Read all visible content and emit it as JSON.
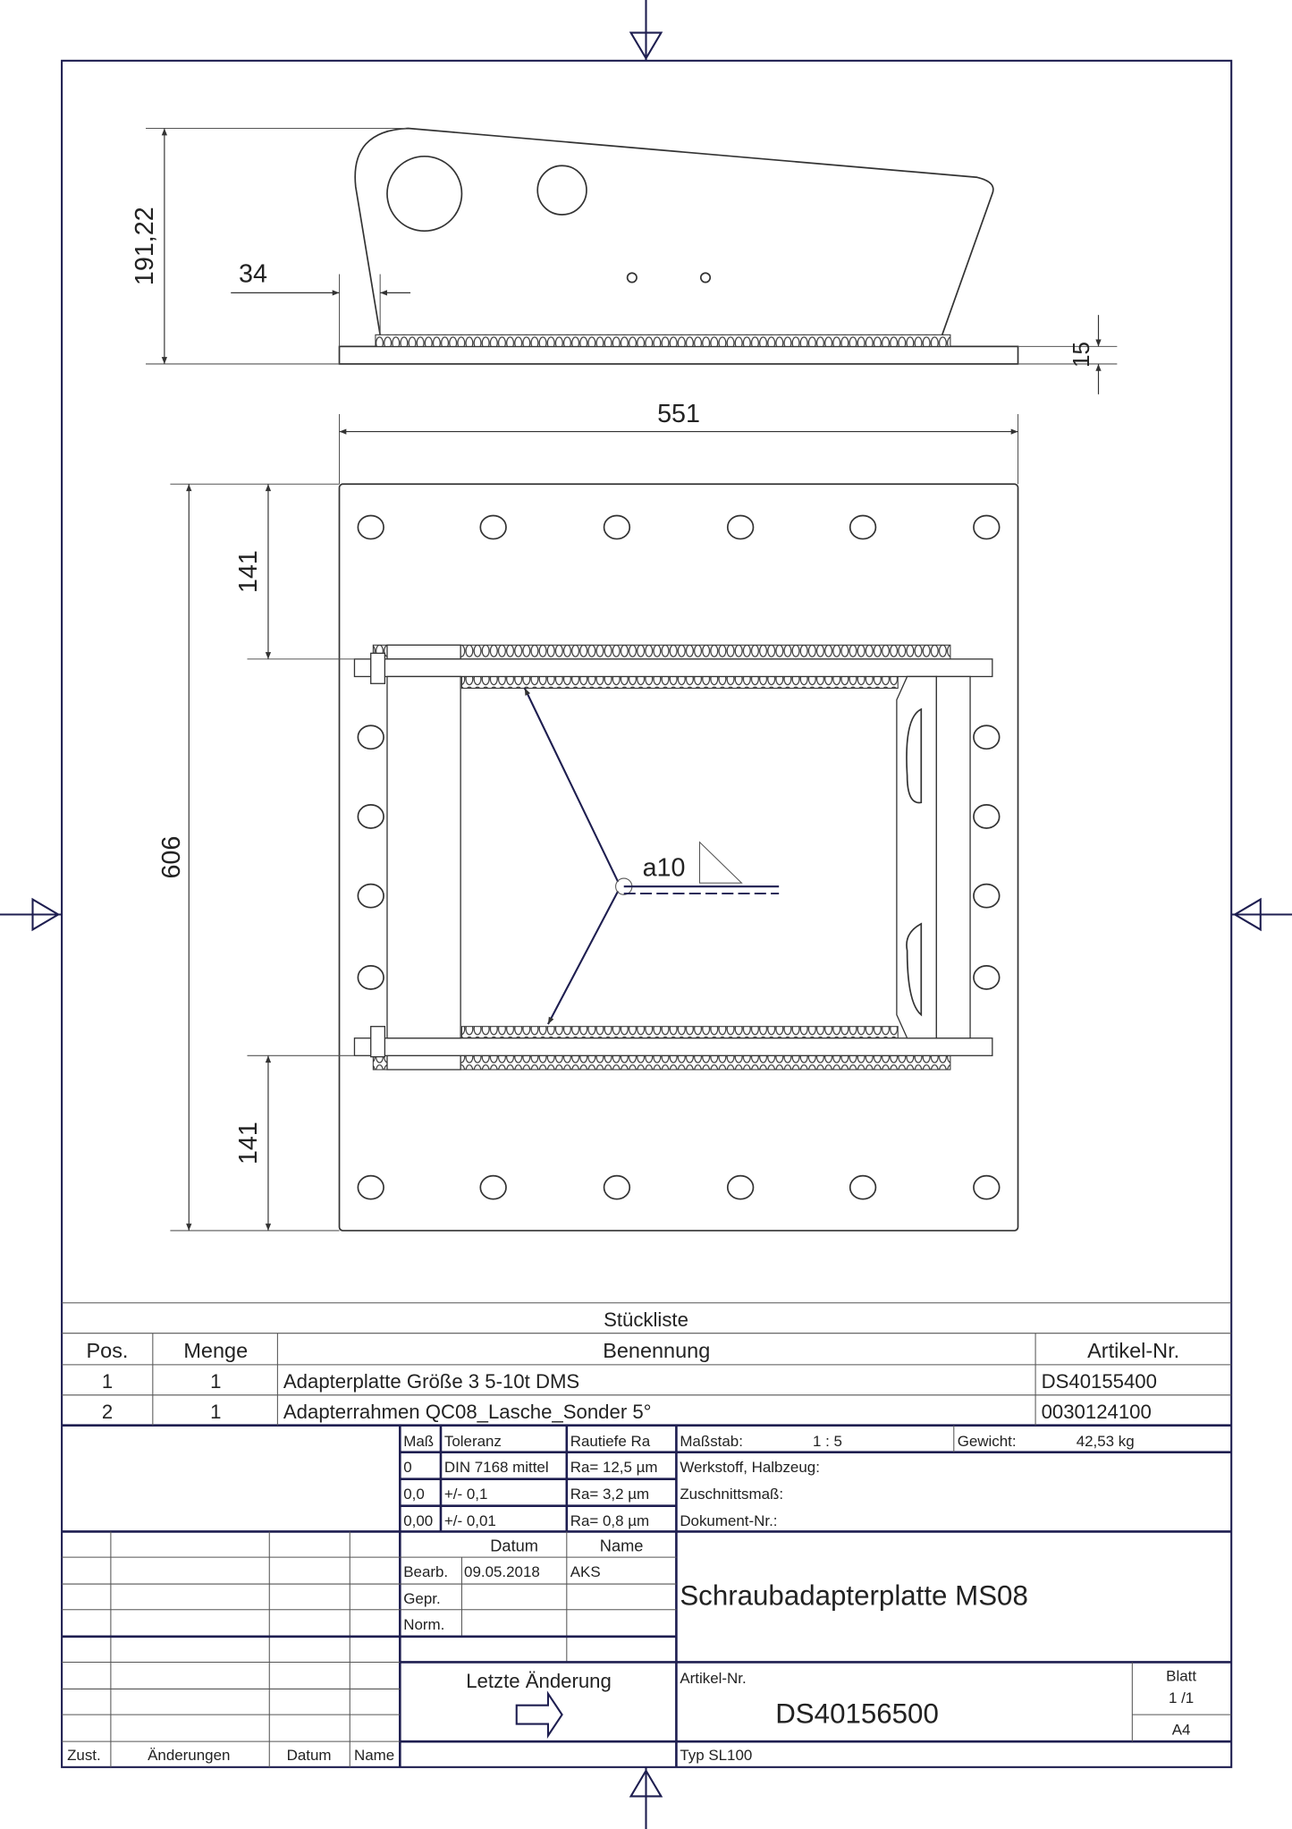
{
  "dimensions": {
    "height_side": "191,22",
    "offset": "34",
    "plate_thickness": "15",
    "width": "551",
    "length": "606",
    "top_margin": "141",
    "bottom_margin": "141"
  },
  "weld_symbol": "a10",
  "parts_list": {
    "title": "Stückliste",
    "headers": [
      "Pos.",
      "Menge",
      "Benennung",
      "Artikel-Nr."
    ],
    "rows": [
      [
        "1",
        "1",
        "Adapterplatte Größe 3 5-10t DMS",
        "DS40155400"
      ],
      [
        "2",
        "1",
        "Adapterrahmen QC08_Lasche_Sonder 5°",
        "0030124100"
      ]
    ]
  },
  "tolerance_table": {
    "headers": [
      "Maß",
      "Toleranz",
      "Rautiefe Ra"
    ],
    "rows": [
      [
        "0",
        "DIN 7168 mittel",
        "Ra= 12,5 µm"
      ],
      [
        "0,0",
        "+/- 0,1",
        "Ra= 3,2 µm"
      ],
      [
        "0,00",
        "+/- 0,01",
        "Ra= 0,8 µm"
      ]
    ]
  },
  "info": {
    "scale_label": "Maßstab:",
    "scale": "1 : 5",
    "weight_label": "Gewicht:",
    "weight": "42,53 kg",
    "material_label": "Werkstoff, Halbzeug:",
    "cut_label": "Zuschnittsmaß:",
    "document_label": "Dokument-Nr.:"
  },
  "approval": {
    "headers": [
      "Datum",
      "Name"
    ],
    "rows": [
      [
        "Bearb.",
        "09.05.2018",
        "AKS"
      ],
      [
        "Gepr.",
        "",
        ""
      ],
      [
        "Norm.",
        "",
        ""
      ]
    ]
  },
  "drawing_title": "Schraubadapterplatte MS08",
  "last_change_label": "Letzte Änderung",
  "article_label": "Artikel-Nr.",
  "article_number": "DS40156500",
  "sheet_label": "Blatt",
  "sheet": "1 /1",
  "format": "A4",
  "type": "Typ  SL100",
  "revision_headers": [
    "Zust.",
    "Änderungen",
    "Datum",
    "Name"
  ]
}
